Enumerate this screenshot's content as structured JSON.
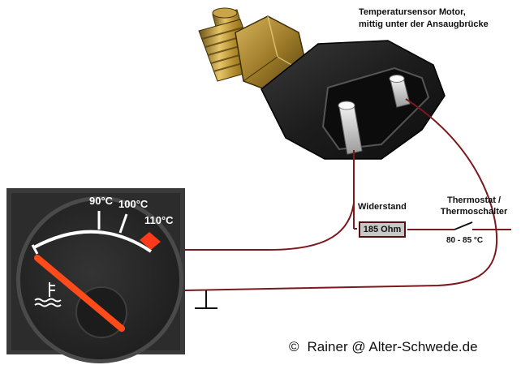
{
  "sensor": {
    "title_line1": "Temperatursensor Motor,",
    "title_line2": "mittig unter der Ansaugbrücke"
  },
  "gauge": {
    "tick_labels": [
      "90°C",
      "100°C",
      "110°C"
    ],
    "icon": "coolant-temperature-icon",
    "needle_color": "#ff4a1a",
    "red_zone_color": "#ff3a1a"
  },
  "resistor": {
    "title": "Widerstand",
    "value": "185 Ohm"
  },
  "thermostat": {
    "title_line1": "Thermostat /",
    "title_line2": "Thermoschalter",
    "range": "80 - 85 °C"
  },
  "copyright": {
    "symbol": "©",
    "text": "Rainer @ Alter-Schwede.de"
  },
  "colors": {
    "wire": "#7a1a1e",
    "panel": "#2e2e2e",
    "gauge_face": "#2a2a2a"
  }
}
